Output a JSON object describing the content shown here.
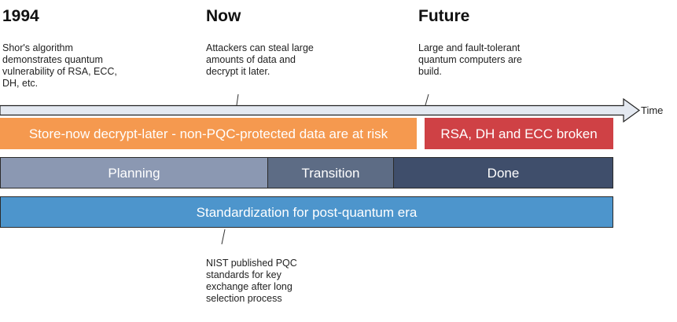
{
  "milestones": [
    {
      "year": "1994",
      "text": "Shor's algorithm\ndemonstrates quantum\nvulnerability of RSA, ECC,\nDH, etc."
    },
    {
      "year": "Now",
      "text": "Attackers can steal large\namounts of data and\ndecrypt it later."
    },
    {
      "year": "Future",
      "text": "Large and fault-tolerant\nquantum computers are\nbuild."
    }
  ],
  "axis_label": "Time",
  "bars": {
    "risk": {
      "label": "Store-now decrypt-later - non-PQC-protected data are at risk",
      "color": "#f5994f"
    },
    "broken": {
      "label": "RSA, DH and ECC broken",
      "color": "#cf4145"
    },
    "phases": [
      {
        "label": "Planning",
        "color": "#8b98b2"
      },
      {
        "label": "Transition",
        "color": "#5d6c85"
      },
      {
        "label": "Done",
        "color": "#3f4e6b"
      }
    ],
    "standardization": {
      "label": "Standardization for post-quantum era",
      "color": "#4d95cc"
    }
  },
  "note": "NIST published PQC\nstandards for key\nexchange after long\nselection process"
}
